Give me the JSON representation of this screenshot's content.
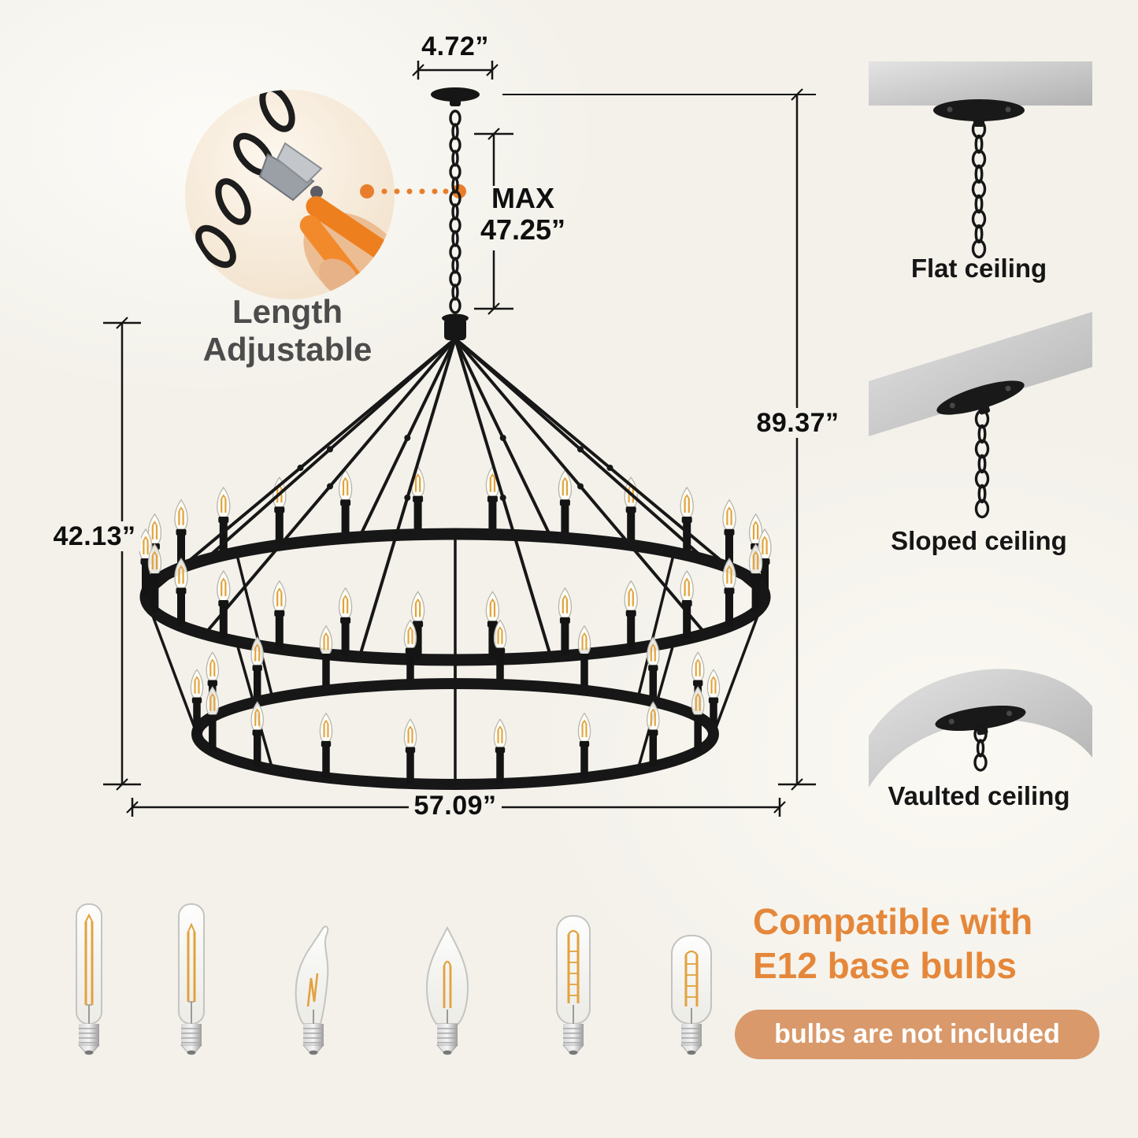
{
  "inset": {
    "label_line1": "Length",
    "label_line2": "Adjustable"
  },
  "dimensions": {
    "canopy_width": "4.72”",
    "chain_max_label": "MAX",
    "chain_max_value": "47.25”",
    "overall_height": "89.37”",
    "fixture_height": "42.13”",
    "diameter": "57.09”"
  },
  "ceiling_options": [
    {
      "label": "Flat ceiling"
    },
    {
      "label": "Sloped ceiling"
    },
    {
      "label": "Vaulted ceiling"
    }
  ],
  "compatibility": {
    "title_line1": "Compatible with",
    "title_line2": "E12 base bulbs",
    "badge": "bulbs are not included"
  },
  "illustrations": {
    "inset_photo": "pliers-adjusting-chain-photo",
    "main": "two-tier-wagon-wheel-chandelier",
    "ceiling_mounts": [
      "flat-ceiling-mount",
      "sloped-ceiling-mount",
      "vaulted-ceiling-mount"
    ],
    "bulbs": [
      "t6-tubular-bulb",
      "t6-tubular-bulb",
      "flame-tip-candelabra-bulb",
      "torpedo-candelabra-bulb",
      "t8-tubular-bulb",
      "t45-radio-style-bulb"
    ]
  },
  "colors": {
    "background": "#f3f1ea",
    "fixture_black": "#171717",
    "accent_orange": "#e5873a",
    "badge_tan": "#d9996a",
    "filament_amber": "#e2a23d",
    "ceiling_gray": "#c9c9c9"
  }
}
